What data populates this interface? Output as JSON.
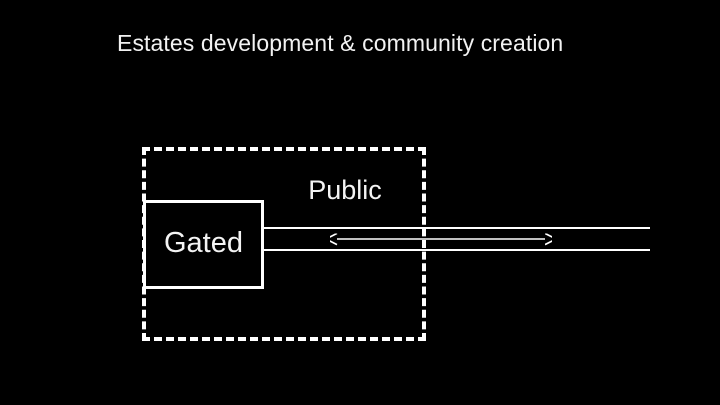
{
  "slide": {
    "background_color": "#000000",
    "foreground_color": "#ffffff",
    "title": "Estates development & community creation"
  },
  "diagram": {
    "type": "block-diagram",
    "zones": [
      {
        "id": "public",
        "label": "Public",
        "border_style": "dashed",
        "border_color": "#ffffff"
      },
      {
        "id": "gated",
        "label": "Gated",
        "border_style": "solid",
        "border_color": "#ffffff"
      }
    ],
    "connector": {
      "id": "corridor",
      "style": "double-rail",
      "rail_count": 2,
      "rail_color": "#ffffff"
    },
    "arrow": {
      "id": "flow-arrow",
      "direction": "bidirectional",
      "color": "#ffffff"
    }
  }
}
